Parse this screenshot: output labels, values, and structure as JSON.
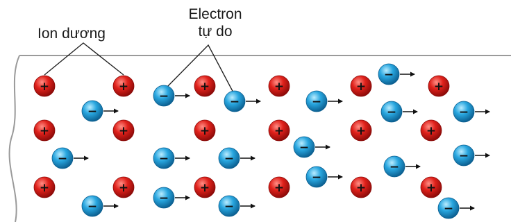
{
  "labels": {
    "ion": "Ion dương",
    "electron_line1": "Electron",
    "electron_line2": "tự do"
  },
  "symbols": {
    "positive": "+",
    "negative": "−"
  },
  "particle_types": [
    "positive-ion",
    "free-electron"
  ],
  "electron_motion": "arrow pointing right",
  "colors": {
    "ion_fill": "#e0211b",
    "ion_dark": "#8a0a08",
    "electron_fill": "#28a6df",
    "electron_dark": "#0b5e8f",
    "conductor_outline": "#9a9a9a",
    "arrow": "#111111"
  }
}
